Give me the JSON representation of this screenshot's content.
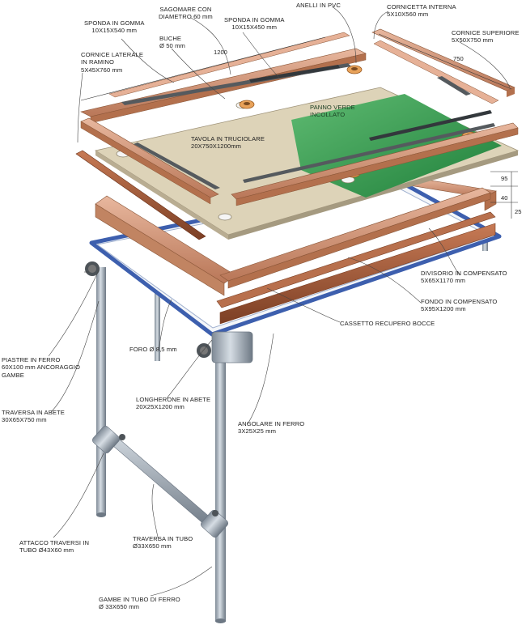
{
  "labels": {
    "sponda_540": "SPONDA IN GOMMA\n10X15X540 mm",
    "sagomare": "SAGOMARE CON\nDIAMETRO 60 mm",
    "sponda_450": "SPONDA IN GOMMA\n10X15X450 mm",
    "anelli": "ANELLI IN PVC",
    "cornicetta": "CORNICETTA INTERNA\n5X10X560 mm",
    "buche": "BUCHE\nØ 50 mm",
    "cornice_sup": "CORNICE SUPERIORE\n5X50X750 mm",
    "cornice_lat": "CORNICE LATERALE\nIN RAMINO\n5X45X760 mm",
    "panno": "PANNO VERDE\nINCOLLATO",
    "tavola": "TAVOLA IN TRUCIOLARE\n20X750X1200mm",
    "divisorio": "DIVISORIO IN COMPENSATO\n5X65X1170 mm",
    "fondo": "FONDO IN COMPENSATO\n5X95X1200 mm",
    "cassetto": "CASSETTO RECUPERO BOCCE",
    "foro": "FORO Ø 8,5 mm",
    "piastre": "PIASTRE IN FERRO\n60X100 mm ANCORAGGIO\nGAMBE",
    "traversa_abete": "TRAVERSA IN ABETE\n30X65X750 mm",
    "longherone": "LONGHERONE IN ABETE\n20X25X1200 mm",
    "angolare": "ANGOLARE IN FERRO\n3X25X25 mm",
    "attacco": "ATTACCO TRAVERSI IN\nTUBO Ø43X60 mm",
    "traversa_tubo": "TRAVERSA IN TUBO\nØ33X650 mm",
    "gambe": "GAMBE IN TUBO DI FERRO\nØ 33X650 mm"
  },
  "dimensions": {
    "length": "1200",
    "width": "750",
    "d95": "95",
    "d40": "40",
    "d25": "25"
  },
  "colors": {
    "felt": "#2f9a4f",
    "board": "#ddd3b8",
    "wood": "#d49a7e",
    "rubber": "#555a5e",
    "steel": "#a8b3bf",
    "frame_edge": "#3d5fae"
  }
}
